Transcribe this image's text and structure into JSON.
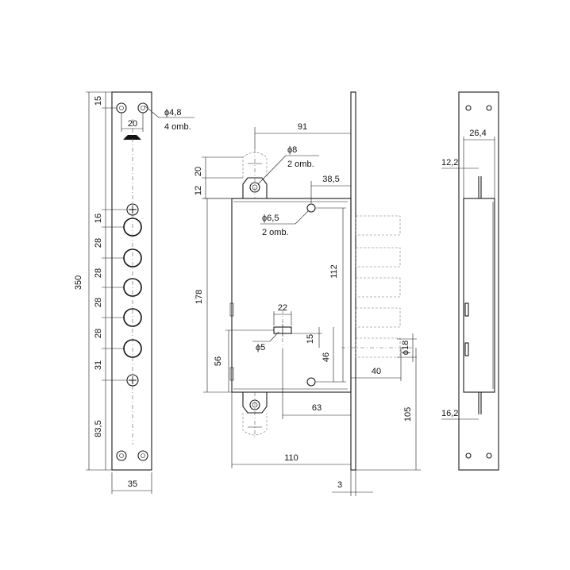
{
  "front_view": {
    "dims": {
      "top_offset": "15",
      "hole_spacing": "20",
      "total_height": "350",
      "spacing_1": "16",
      "spacing_2": "28",
      "spacing_3": "28",
      "spacing_4": "28",
      "spacing_5": "28",
      "spacing_6": "31",
      "bottom_offset": "83,5",
      "width": "35"
    },
    "hole_note": {
      "diameter": "ϕ4,8",
      "count": "4 omb."
    }
  },
  "side_view": {
    "dims": {
      "top_width": "91",
      "bracket_h1": "20",
      "bracket_h2": "12",
      "bolt_offset": "38,5",
      "bolt_spacing": "112",
      "case_height": "178",
      "spindle_width": "22",
      "spindle_offset": "15",
      "lower_offset": "46",
      "bottom_height": "56",
      "cylinder_offset": "40",
      "cylinder_diameter": "ϕ18",
      "backset": "63",
      "drop": "105",
      "case_width": "110",
      "plate_thickness": "3"
    },
    "bracket_note": {
      "diameter": "ϕ8",
      "count": "2 omb."
    },
    "bolt_note": {
      "diameter": "ϕ6,5",
      "count": "2 omb."
    },
    "spindle_note": {
      "diameter": "ϕ5"
    }
  },
  "edge_view": {
    "dims": {
      "width": "26,4",
      "top_offset": "12,2",
      "bottom_offset": "16,2"
    }
  }
}
